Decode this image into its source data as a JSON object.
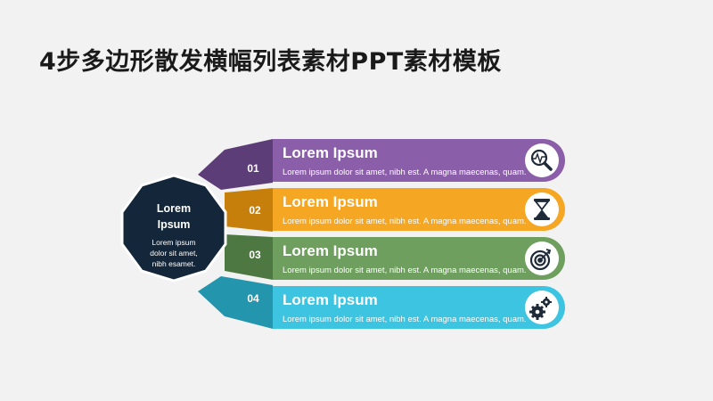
{
  "title": "4步多边形散发横幅列表素材PPT素材模板",
  "hub": {
    "title_line1": "Lorem",
    "title_line2": "Ipsum",
    "body_line1": "Lorem ipsum",
    "body_line2": "dolor sit amet,",
    "body_line3": "nibh esamet."
  },
  "items": [
    {
      "number": "01",
      "heading": "Lorem Ipsum",
      "text": "Lorem ipsum dolor sit amet, nibh est. A magna maecenas, quam.",
      "color": "#8b5ea9",
      "dark": "#5d3d78",
      "icon": "analytics-magnifier-icon"
    },
    {
      "number": "02",
      "heading": "Lorem Ipsum",
      "text": "Lorem ipsum dolor sit amet, nibh est. A magna maecenas, quam.",
      "color": "#f5a623",
      "dark": "#c77f0c",
      "icon": "hourglass-icon"
    },
    {
      "number": "03",
      "heading": "Lorem Ipsum",
      "text": "Lorem ipsum dolor sit amet, nibh est. A magna maecenas, quam.",
      "color": "#6e9f5f",
      "dark": "#4e7842",
      "icon": "target-icon"
    },
    {
      "number": "04",
      "heading": "Lorem Ipsum",
      "text": "Lorem ipsum dolor sit amet, nibh est. A magna maecenas, quam.",
      "color": "#3cc4e0",
      "dark": "#2396ad",
      "icon": "gears-icon"
    }
  ],
  "colors": {
    "hub": "#14263a",
    "background": "#f2f2f2",
    "icon_dark": "#1e2a38"
  }
}
